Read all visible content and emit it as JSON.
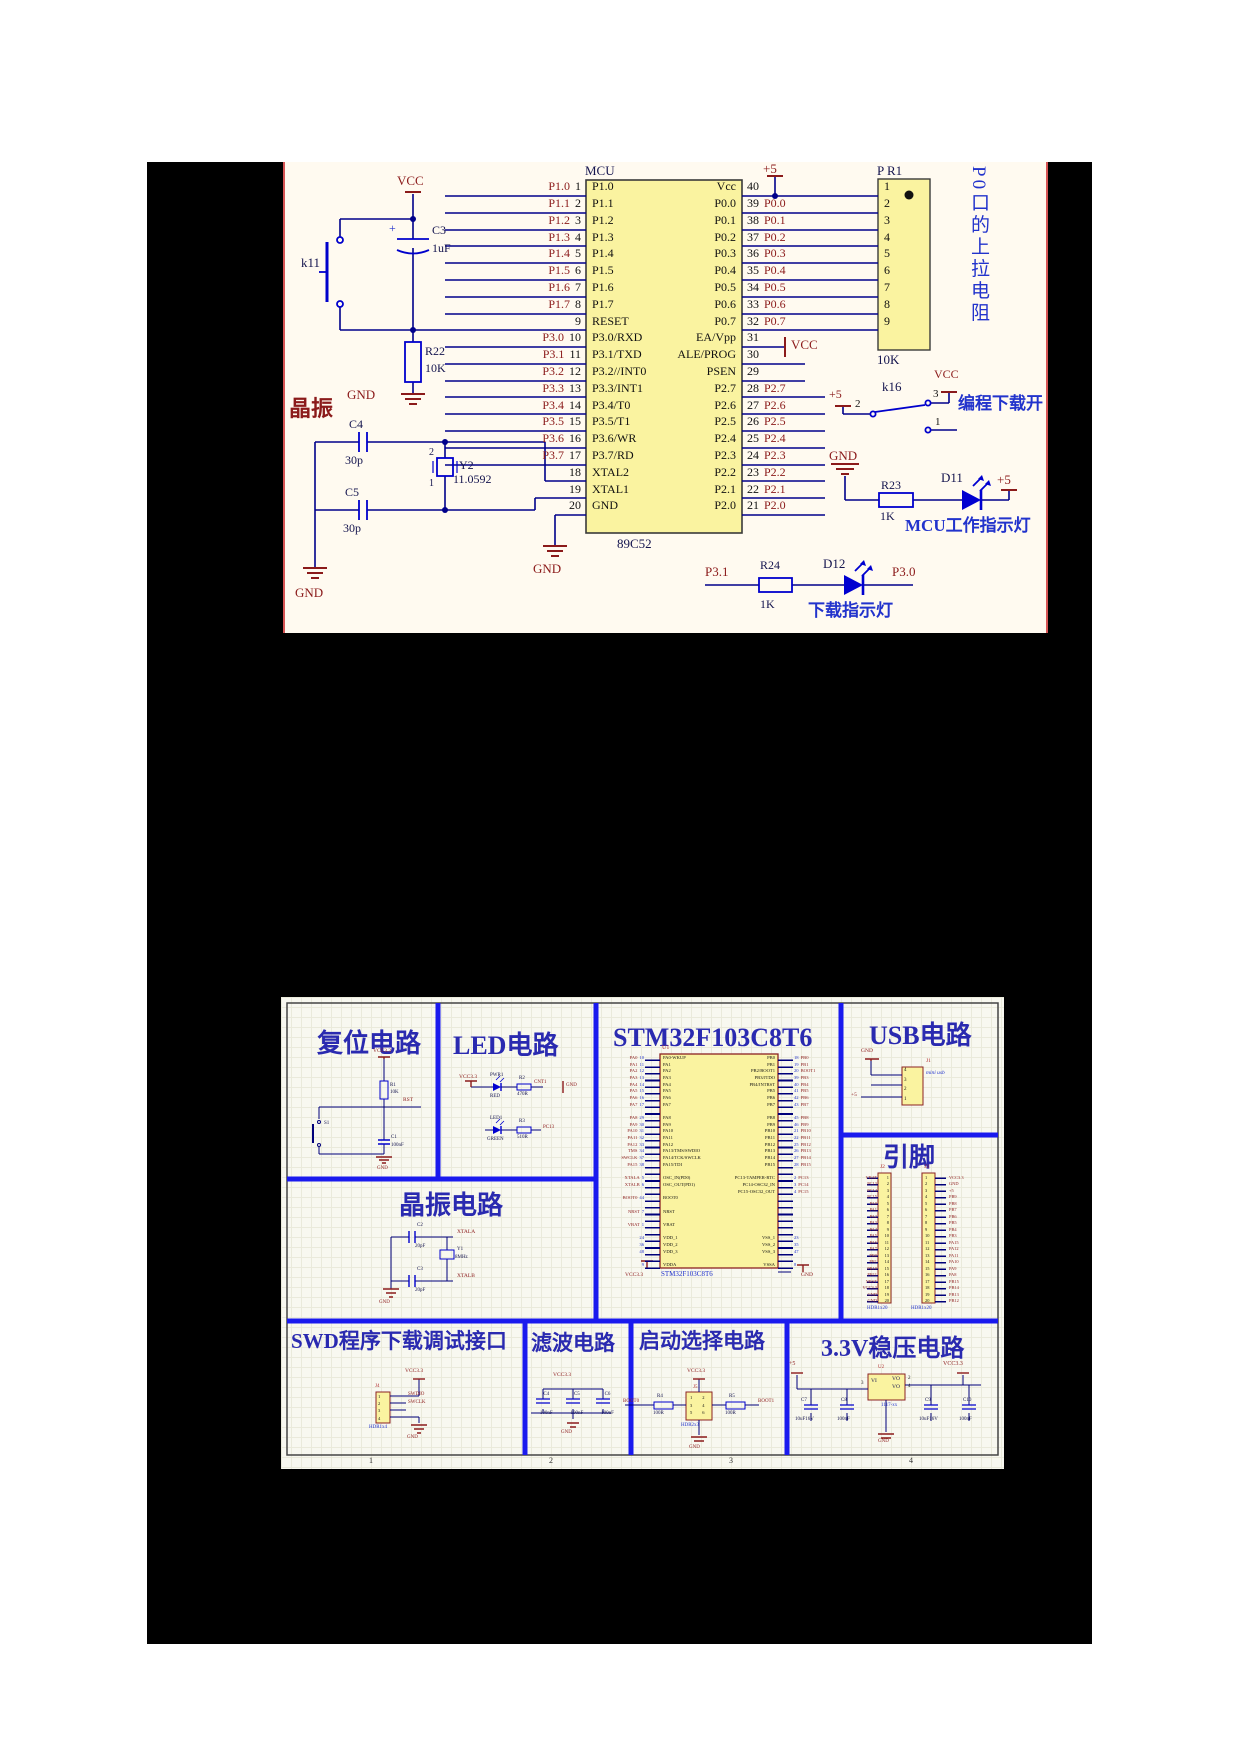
{
  "colors": {
    "wire": "#00008b",
    "net_label": "#8b1a1a",
    "note_blue": "#2233cc",
    "ic_fill": "#faf3a0",
    "divider_blue": "#1a1aee",
    "led_blue": "#0000d0"
  },
  "panel1": {
    "mcu_label": "MCU",
    "chip_name": "89C52",
    "pullup_note": "P0口的上拉电阻",
    "crystal_note": "晶振",
    "switch_note": "编程下载开",
    "mcu_led_note": "MCU工作指示灯",
    "download_led_note": "下载指示灯",
    "power": {
      "vcc": "VCC",
      "plus5": "+5",
      "gnd": "GND"
    },
    "reset": {
      "button": "k11",
      "plus": "+",
      "cap": "C3",
      "cap_val": "1uF",
      "res": "R22",
      "res_val": "10K",
      "gnd": "GND"
    },
    "crystal": {
      "c4": "C4",
      "c4_val": "30p",
      "c5": "C5",
      "c5_val": "30p",
      "y2": "Y2",
      "y2_val": "11.0592",
      "pin2": "2",
      "pin1": "1",
      "gnd": "GND"
    },
    "ic": {
      "left_rows": [
        {
          "net": "P1.0",
          "pin": "1",
          "name": "P1.0"
        },
        {
          "net": "P1.1",
          "pin": "2",
          "name": "P1.1"
        },
        {
          "net": "P1.2",
          "pin": "3",
          "name": "P1.2"
        },
        {
          "net": "P1.3",
          "pin": "4",
          "name": "P1.3"
        },
        {
          "net": "P1.4",
          "pin": "5",
          "name": "P1.4"
        },
        {
          "net": "P1.5",
          "pin": "6",
          "name": "P1.5"
        },
        {
          "net": "P1.6",
          "pin": "7",
          "name": "P1.6"
        },
        {
          "net": "P1.7",
          "pin": "8",
          "name": "P1.7"
        },
        {
          "net": "",
          "pin": "9",
          "name": "RESET"
        },
        {
          "net": "P3.0",
          "pin": "10",
          "name": "P3.0/RXD"
        },
        {
          "net": "P3.1",
          "pin": "11",
          "name": "P3.1/TXD"
        },
        {
          "net": "P3.2",
          "pin": "12",
          "name": "P3.2//INT0"
        },
        {
          "net": "P3.3",
          "pin": "13",
          "name": "P3.3/INT1"
        },
        {
          "net": "P3.4",
          "pin": "14",
          "name": "P3.4/T0"
        },
        {
          "net": "P3.5",
          "pin": "15",
          "name": "P3.5/T1"
        },
        {
          "net": "P3.6",
          "pin": "16",
          "name": "P3.6/WR"
        },
        {
          "net": "P3.7",
          "pin": "17",
          "name": "P3.7/RD"
        },
        {
          "net": "",
          "pin": "18",
          "name": "XTAL2"
        },
        {
          "net": "",
          "pin": "19",
          "name": "XTAL1"
        },
        {
          "net": "",
          "pin": "20",
          "name": "GND"
        }
      ],
      "right_rows": [
        {
          "pin": "40",
          "net": "",
          "name": "Vcc"
        },
        {
          "pin": "39",
          "net": "P0.0",
          "name": "P0.0"
        },
        {
          "pin": "38",
          "net": "P0.1",
          "name": "P0.1"
        },
        {
          "pin": "37",
          "net": "P0.2",
          "name": "P0.2"
        },
        {
          "pin": "36",
          "net": "P0.3",
          "name": "P0.3"
        },
        {
          "pin": "35",
          "net": "P0.4",
          "name": "P0.4"
        },
        {
          "pin": "34",
          "net": "P0.5",
          "name": "P0.5"
        },
        {
          "pin": "33",
          "net": "P0.6",
          "name": "P0.6"
        },
        {
          "pin": "32",
          "net": "P0.7",
          "name": "P0.7"
        },
        {
          "pin": "31",
          "net": "",
          "name": "EA/Vpp"
        },
        {
          "pin": "30",
          "net": "",
          "name": "ALE/PROG"
        },
        {
          "pin": "29",
          "net": "",
          "name": "PSEN"
        },
        {
          "pin": "28",
          "net": "P2.7",
          "name": "P2.7"
        },
        {
          "pin": "27",
          "net": "P2.6",
          "name": "P2.6"
        },
        {
          "pin": "26",
          "net": "P2.5",
          "name": "P2.5"
        },
        {
          "pin": "25",
          "net": "P2.4",
          "name": "P2.4"
        },
        {
          "pin": "24",
          "net": "P2.3",
          "name": "P2.3"
        },
        {
          "pin": "23",
          "net": "P2.2",
          "name": "P2.2"
        },
        {
          "pin": "22",
          "net": "P2.1",
          "name": "P2.1"
        },
        {
          "pin": "21",
          "net": "P2.0",
          "name": "P2.0"
        }
      ]
    },
    "rp": {
      "label": "P R1",
      "value": "10K",
      "pins": [
        "1",
        "2",
        "3",
        "4",
        "5",
        "6",
        "7",
        "8",
        "9"
      ]
    },
    "k16": {
      "label": "k16",
      "plus5": "+5",
      "vcc": "VCC",
      "p1": "1",
      "p2": "2",
      "p3": "3"
    },
    "led1": {
      "gnd": "GND",
      "res": "R23",
      "res_val": "1K",
      "diode": "D11",
      "plus5": "+5"
    },
    "led2": {
      "net_l": "P3.1",
      "res": "R24",
      "res_val": "1K",
      "diode": "D12",
      "net_r": "P3.0"
    }
  },
  "panel2": {
    "frame_zones": [
      "1",
      "2",
      "3",
      "4"
    ],
    "reset": {
      "title": "复位电路",
      "vcc": "VCC3.3",
      "res": "R1",
      "res_val": "10K",
      "net": "RST",
      "sw": "S1",
      "cap": "C1",
      "cap_val": "100nF",
      "gnd": "GND"
    },
    "led": {
      "title": "LED电路",
      "vcc": "VCC3.3",
      "d1": "PWR1",
      "d1_color": "RED",
      "r1": "R2",
      "r1_val": "470R",
      "net1": "CNT1",
      "gnd": "GND",
      "d2": "LED1",
      "d2_color": "GREEN",
      "r2": "R3",
      "r2_val": "510R",
      "net2": "PC13"
    },
    "xtal": {
      "title": "晶振电路",
      "c2": "C2",
      "c2_val": "20pF",
      "net_a": "XTALA",
      "y1": "Y1",
      "y1_val": "8MHz",
      "c3": "C3",
      "c3_val": "20pF",
      "net_b": "XTALB",
      "gnd": "GND"
    },
    "mcu": {
      "title": "STM32F103C8T6",
      "ref": "U1",
      "part": "STM32F103C8T6",
      "vcc": "VCC3.3",
      "gnd": "GND",
      "left_rows": [
        {
          "num": "10",
          "net": "PA0",
          "name": "PA0-WKUP"
        },
        {
          "num": "11",
          "net": "PA1",
          "name": "PA1"
        },
        {
          "num": "12",
          "net": "PA2",
          "name": "PA2"
        },
        {
          "num": "13",
          "net": "PA3",
          "name": "PA3"
        },
        {
          "num": "14",
          "net": "PA4",
          "name": "PA4"
        },
        {
          "num": "15",
          "net": "PA5",
          "name": "PA5"
        },
        {
          "num": "16",
          "net": "PA6",
          "name": "PA6"
        },
        {
          "num": "17",
          "net": "PA7",
          "name": "PA7"
        },
        {
          "num": "",
          "net": "",
          "name": ""
        },
        {
          "num": "29",
          "net": "PA8",
          "name": "PA8"
        },
        {
          "num": "30",
          "net": "PA9",
          "name": "PA9"
        },
        {
          "num": "31",
          "net": "PA10",
          "name": "PA10"
        },
        {
          "num": "32",
          "net": "PA11",
          "name": "PA11"
        },
        {
          "num": "33",
          "net": "PA12",
          "name": "PA12"
        },
        {
          "num": "34",
          "net": "TMS",
          "name": "PA13/TMS/SWDIO"
        },
        {
          "num": "37",
          "net": "SWCLK",
          "name": "PA14/TCK/SWCLK"
        },
        {
          "num": "38",
          "net": "PA15",
          "name": "PA15/TDI"
        },
        {
          "num": "",
          "net": "",
          "name": ""
        },
        {
          "num": "5",
          "net": "XTALA",
          "name": "OSC_IN(PD0)"
        },
        {
          "num": "6",
          "net": "XTALB",
          "name": "OSC_OUT(PD1)"
        },
        {
          "num": "",
          "net": "",
          "name": ""
        },
        {
          "num": "44",
          "net": "BOOT0",
          "name": "BOOT0"
        },
        {
          "num": "",
          "net": "",
          "name": ""
        },
        {
          "num": "7",
          "net": "NRST",
          "name": "NRST"
        },
        {
          "num": "",
          "net": "",
          "name": ""
        },
        {
          "num": "1",
          "net": "VBAT",
          "name": "VBAT"
        },
        {
          "num": "",
          "net": "",
          "name": ""
        },
        {
          "num": "24",
          "net": "",
          "name": "VDD_1"
        },
        {
          "num": "36",
          "net": "",
          "name": "VDD_2"
        },
        {
          "num": "48",
          "net": "",
          "name": "VDD_3"
        },
        {
          "num": "",
          "net": "",
          "name": ""
        },
        {
          "num": "9",
          "net": "",
          "name": "VDDA"
        }
      ],
      "right_rows": [
        {
          "num": "18",
          "net": "PB0",
          "name": "PB0"
        },
        {
          "num": "19",
          "net": "PB1",
          "name": "PB1"
        },
        {
          "num": "20",
          "net": "BOOT1",
          "name": "PB2/BOOT1"
        },
        {
          "num": "39",
          "net": "PB3",
          "name": "PB3/JTDO"
        },
        {
          "num": "40",
          "net": "PB4",
          "name": "PB4/JNTRST"
        },
        {
          "num": "41",
          "net": "PB5",
          "name": "PB5"
        },
        {
          "num": "42",
          "net": "PB6",
          "name": "PB6"
        },
        {
          "num": "43",
          "net": "PB7",
          "name": "PB7"
        },
        {
          "num": "",
          "net": "",
          "name": ""
        },
        {
          "num": "45",
          "net": "PB8",
          "name": "PB8"
        },
        {
          "num": "46",
          "net": "PB9",
          "name": "PB9"
        },
        {
          "num": "21",
          "net": "PB10",
          "name": "PB10"
        },
        {
          "num": "22",
          "net": "PB11",
          "name": "PB11"
        },
        {
          "num": "25",
          "net": "PB12",
          "name": "PB12"
        },
        {
          "num": "26",
          "net": "PB13",
          "name": "PB13"
        },
        {
          "num": "27",
          "net": "PB14",
          "name": "PB14"
        },
        {
          "num": "28",
          "net": "PB15",
          "name": "PB15"
        },
        {
          "num": "",
          "net": "",
          "name": ""
        },
        {
          "num": "2",
          "net": "PC13",
          "name": "PC13-TAMPER-RTC"
        },
        {
          "num": "3",
          "net": "PC14",
          "name": "PC14-OSC32_IN"
        },
        {
          "num": "4",
          "net": "PC15",
          "name": "PC15-OSC32_OUT"
        },
        {
          "num": "",
          "net": "",
          "name": ""
        },
        {
          "num": "",
          "net": "",
          "name": ""
        },
        {
          "num": "",
          "net": "",
          "name": ""
        },
        {
          "num": "",
          "net": "",
          "name": ""
        },
        {
          "num": "",
          "net": "",
          "name": ""
        },
        {
          "num": "",
          "net": "",
          "name": ""
        },
        {
          "num": "23",
          "net": "",
          "name": "VSS_1"
        },
        {
          "num": "35",
          "net": "",
          "name": "VSS_2"
        },
        {
          "num": "47",
          "net": "",
          "name": "VSS_3"
        },
        {
          "num": "",
          "net": "",
          "name": ""
        },
        {
          "num": "8",
          "net": "",
          "name": "VSSA"
        }
      ]
    },
    "usb": {
      "title": "USB电路",
      "gnd": "GND",
      "plus5": "+5",
      "ref": "J1",
      "type": "mini usb",
      "pins": [
        "4",
        "3",
        "2",
        "1"
      ]
    },
    "pins": {
      "title": "引脚",
      "j2": "J2",
      "j3": "J3",
      "hdr": "HDR1x20",
      "j2_rows": [
        {
          "num": "1",
          "net": "VBAT"
        },
        {
          "num": "2",
          "net": "PC13"
        },
        {
          "num": "3",
          "net": "PC14"
        },
        {
          "num": "4",
          "net": "PC15"
        },
        {
          "num": "5",
          "net": "PA0"
        },
        {
          "num": "6",
          "net": "PA1"
        },
        {
          "num": "7",
          "net": "PA2"
        },
        {
          "num": "8",
          "net": "PA3"
        },
        {
          "num": "9",
          "net": "PA4"
        },
        {
          "num": "10",
          "net": "PA5"
        },
        {
          "num": "11",
          "net": "PA6"
        },
        {
          "num": "12",
          "net": "PA7"
        },
        {
          "num": "13",
          "net": "PB0"
        },
        {
          "num": "14",
          "net": "PB1"
        },
        {
          "num": "15",
          "net": "PB10"
        },
        {
          "num": "16",
          "net": "PB11"
        },
        {
          "num": "17",
          "net": "NRST"
        },
        {
          "num": "18",
          "net": "VCC3.3"
        },
        {
          "num": "19",
          "net": "GND"
        },
        {
          "num": "20",
          "net": "GND"
        }
      ],
      "j3_rows": [
        {
          "num": "1",
          "net": "VCC3.3"
        },
        {
          "num": "2",
          "net": "GND"
        },
        {
          "num": "3",
          "net": "+5"
        },
        {
          "num": "4",
          "net": "PB9"
        },
        {
          "num": "5",
          "net": "PB8"
        },
        {
          "num": "6",
          "net": "PB7"
        },
        {
          "num": "7",
          "net": "PB6"
        },
        {
          "num": "8",
          "net": "PB5"
        },
        {
          "num": "9",
          "net": "PB4"
        },
        {
          "num": "10",
          "net": "PB3"
        },
        {
          "num": "11",
          "net": "PA15"
        },
        {
          "num": "12",
          "net": "PA12"
        },
        {
          "num": "13",
          "net": "PA11"
        },
        {
          "num": "14",
          "net": "PA10"
        },
        {
          "num": "15",
          "net": "PA9"
        },
        {
          "num": "16",
          "net": "PA8"
        },
        {
          "num": "17",
          "net": "PB15"
        },
        {
          "num": "18",
          "net": "PB14"
        },
        {
          "num": "19",
          "net": "PB13"
        },
        {
          "num": "20",
          "net": "PB12"
        }
      ]
    },
    "swd": {
      "title": "SWD程序下载调试接口",
      "ref": "J4",
      "hdr": "HDR1x4",
      "vcc": "VCC3.3",
      "swdio": "SWDIO",
      "swclk": "SWCLK",
      "gnd": "GND",
      "pins": [
        "1",
        "2",
        "3",
        "4"
      ]
    },
    "filter": {
      "title": "滤波电路",
      "vcc": "VCC3.3",
      "gnd": "GND",
      "caps": [
        {
          "ref": "C4",
          "val": "100nF"
        },
        {
          "ref": "C5",
          "val": "100nF"
        },
        {
          "ref": "C6",
          "val": "100nF"
        }
      ]
    },
    "boot": {
      "title": "启动选择电路",
      "vcc": "VCC3.3",
      "ref": "J5",
      "hdr": "HDR2x3",
      "r_l": "R4",
      "r_l_val": "100R",
      "net_l": "BOOT0",
      "r_r": "R5",
      "r_r_val": "100R",
      "net_r": "BOOT1",
      "gnd": "GND",
      "j5_rows": [
        {
          "l": "1",
          "r": "2"
        },
        {
          "l": "3",
          "r": "4"
        },
        {
          "l": "5",
          "r": "6"
        }
      ]
    },
    "reg": {
      "title": "3.3V稳压电路",
      "plus5": "+5",
      "c7": "C7",
      "c7_val": "10uF16V",
      "c8": "C8",
      "c8_val": "100nF",
      "ref": "U2",
      "part": "1117-xx",
      "vi": "VI",
      "vo1": "VO",
      "vo2": "VO",
      "pin3": "3",
      "pin2": "2",
      "pin4": "4",
      "c9": "C9",
      "c9_val": "10uF16V",
      "c10": "C10",
      "c10_val": "100nF",
      "vcc": "VCC3.3",
      "gnd": "GND"
    }
  }
}
